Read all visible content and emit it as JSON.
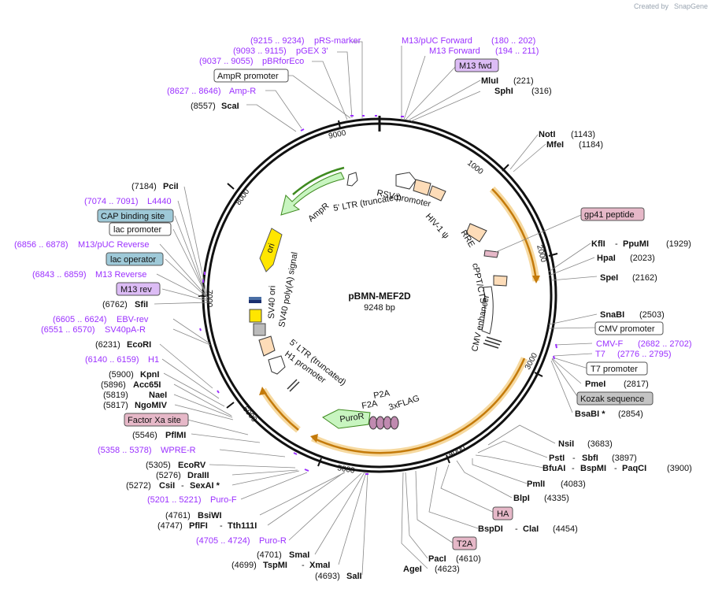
{
  "credit": {
    "prefix": "Created by",
    "brand": "SnapGene"
  },
  "plasmid": {
    "name": "pBMN-MEF2D",
    "size": "9248 bp"
  },
  "ticks": [
    "1000",
    "2000",
    "3000",
    "4000",
    "5000",
    "6000",
    "7000",
    "8000",
    "9000"
  ],
  "inner_features": {
    "rsv": "RSV promoter",
    "ltr5t": "5' LTR (truncated)",
    "ampr": "AmpR",
    "ori": "ori",
    "hiv": "HIV-1 ψ",
    "rre": "RRE",
    "cppt": "cPPT/CTS",
    "cmv": "CMV enhancer",
    "sv40ori": "SV40 ori",
    "sv40pa": "SV40 poly(A) signal",
    "ltr5t2": "5' LTR (truncated)",
    "h1": "H1 promoter",
    "p2a": "P2A",
    "f2a": "F2A",
    "flag": "3xFLAG",
    "puror": "PuroR"
  },
  "labels": {
    "prs_pos": "(9215 .. 9234)",
    "prs_name": "pRS-marker",
    "pgex_pos": "(9093 .. 9115)",
    "pgex_name": "pGEX 3'",
    "pbr_pos": "(9037 .. 9055)",
    "pbr_name": "pBRforEco",
    "ampr_prom": "AmpR promoter",
    "ampr_primer_pos": "(8627 .. 8646)",
    "ampr_primer_name": "Amp-R",
    "scai_pos": "(8557)",
    "scai_name": "ScaI",
    "m13puc_fwd_name": "M13/pUC Forward",
    "m13puc_fwd_pos": "(180 .. 202)",
    "m13_fwd_name": "M13 Forward",
    "m13_fwd_pos": "(194 .. 211)",
    "m13fwd_box": "M13 fwd",
    "mlui_name": "MluI",
    "mlui_pos": "(221)",
    "sphi_name": "SphI",
    "sphi_pos": "(316)",
    "noti_name": "NotI",
    "noti_pos": "(1143)",
    "mfei_name": "MfeI",
    "mfei_pos": "(1184)",
    "gp41": "gp41 peptide",
    "kfli_name": "KflI",
    "ppumi_name": "PpuMI",
    "kfli_pos": "(1929)",
    "hpai_name": "HpaI",
    "hpai_pos": "(2023)",
    "spei_name": "SpeI",
    "spei_pos": "(2162)",
    "snabi_name": "SnaBI",
    "snabi_pos": "(2503)",
    "cmv_prom": "CMV promoter",
    "cmvf_name": "CMV-F",
    "cmvf_pos": "(2682 .. 2702)",
    "t7_name": "T7",
    "t7_pos": "(2776 .. 2795)",
    "t7_prom": "T7 promoter",
    "pmei_name": "PmeI",
    "pmei_pos": "(2817)",
    "kozak": "Kozak sequence",
    "bsabi_name": "BsaBI *",
    "bsabi_pos": "(2854)",
    "pcii_pos": "(7184)",
    "pcii_name": "PciI",
    "l4440_pos": "(7074 .. 7091)",
    "l4440_name": "L4440",
    "cap": "CAP binding site",
    "lacprom": "lac promoter",
    "m13puc_rev_pos": "(6856 .. 6878)",
    "m13puc_rev_name": "M13/pUC Reverse",
    "lacop": "lac operator",
    "m13rev_pos": "(6843 .. 6859)",
    "m13rev_name": "M13 Reverse",
    "m13rev_box": "M13 rev",
    "sfii_pos": "(6762)",
    "sfii_name": "SfiI",
    "ebv_pos": "(6605 .. 6624)",
    "ebv_name": "EBV-rev",
    "sv40par_pos": "(6551 .. 6570)",
    "sv40par_name": "SV40pA-R",
    "ecori_pos": "(6231)",
    "ecori_name": "EcoRI",
    "h1p_pos": "(6140 .. 6159)",
    "h1p_name": "H1",
    "kpni_pos": "(5900)",
    "kpni_name": "KpnI",
    "acc65i_pos": "(5896)",
    "acc65i_name": "Acc65I",
    "naei_pos": "(5819)",
    "naei_name": "NaeI",
    "ngomiv_pos": "(5817)",
    "ngomiv_name": "NgoMIV",
    "factorxa": "Factor Xa site",
    "pflmi_pos": "(5546)",
    "pflmi_name": "PflMI",
    "wpre_pos": "(5358 .. 5378)",
    "wpre_name": "WPRE-R",
    "ecorv_pos": "(5305)",
    "ecorv_name": "EcoRV",
    "draiii_pos": "(5276)",
    "draiii_name": "DraIII",
    "csii_pos": "(5272)",
    "csii_name": "CsiI",
    "sexai_name": "SexAI *",
    "purof_pos": "(5201 .. 5221)",
    "purof_name": "Puro-F",
    "bsiwi_pos": "(4761)",
    "bsiwi_name": "BsiWI",
    "pflfi_pos": "(4747)",
    "pflfi_name": "PflFI",
    "tth_name": "Tth111I",
    "puror_pos": "(4705 .. 4724)",
    "puror_name": "Puro-R",
    "smai_pos": "(4701)",
    "smai_name": "SmaI",
    "tspmi_pos": "(4699)",
    "tspmi_name": "TspMI",
    "xmai_name": "XmaI",
    "sali_pos": "(4693)",
    "sali_name": "SalI",
    "agei_name": "AgeI",
    "agei_pos": "(4623)",
    "paci_name": "PacI",
    "paci_pos": "(4610)",
    "t2a": "T2A",
    "bspdi_name": "BspDI",
    "clai_name": "ClaI",
    "bspdi_pos": "(4454)",
    "ha": "HA",
    "blpi_name": "BlpI",
    "blpi_pos": "(4335)",
    "pmli_name": "PmlI",
    "pmli_pos": "(4083)",
    "bfuai_name": "BfuAI",
    "bspmi_name": "BspMI",
    "paqci_name": "PaqCI",
    "bfuai_pos": "(3900)",
    "psti_name": "PstI",
    "sbfi_name": "SbfI",
    "psti_pos": "(3897)",
    "nsii_name": "NsiI",
    "nsii_pos": "(3683)"
  },
  "colors": {
    "backbone": "#111111",
    "primer": "#9b30ff",
    "orange_feature": "#c47a0a",
    "orange_glow": "#f6d9a0",
    "ampr_green": "#3e8a1f",
    "ampr_fill": "#c8f5c0",
    "ori_fill": "#ffe600",
    "promoter_fill": "#ffffff",
    "ltr_fill": "#fddcb8",
    "pink_box": "#e6b8c8",
    "teal_box": "#9ec9d8",
    "violet_box": "#dcbcf5",
    "gray_box": "#c4c4c4"
  }
}
